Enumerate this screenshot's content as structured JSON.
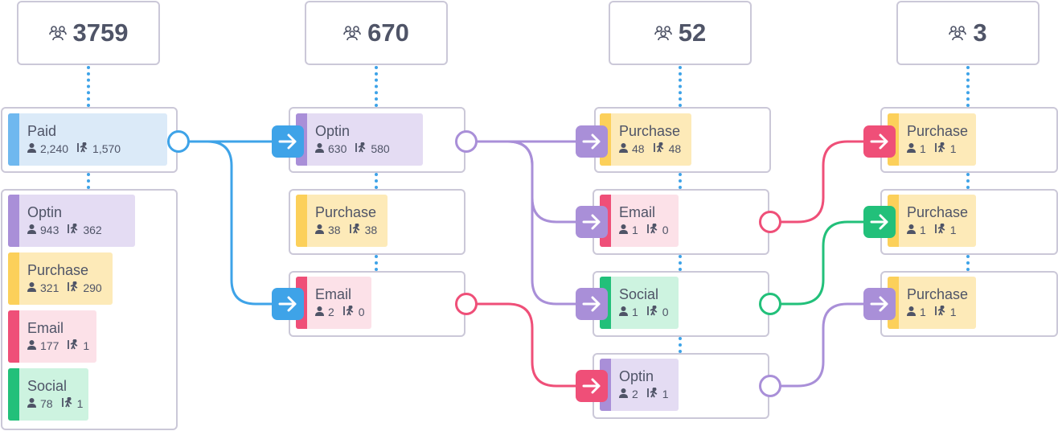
{
  "headers": [
    {
      "count": "3759"
    },
    {
      "count": "670"
    },
    {
      "count": "52"
    },
    {
      "count": "3"
    }
  ],
  "nodes": {
    "paid": {
      "label": "Paid",
      "people": "2,240",
      "conv": "1,570"
    },
    "c1_optin": {
      "label": "Optin",
      "people": "943",
      "conv": "362"
    },
    "c1_purchase": {
      "label": "Purchase",
      "people": "321",
      "conv": "290"
    },
    "c1_email": {
      "label": "Email",
      "people": "177",
      "conv": "1"
    },
    "c1_social": {
      "label": "Social",
      "people": "78",
      "conv": "1"
    },
    "c2_optin": {
      "label": "Optin",
      "people": "630",
      "conv": "580"
    },
    "c2_purchase": {
      "label": "Purchase",
      "people": "38",
      "conv": "38"
    },
    "c2_email": {
      "label": "Email",
      "people": "2",
      "conv": "0"
    },
    "c3_purchase": {
      "label": "Purchase",
      "people": "48",
      "conv": "48"
    },
    "c3_email": {
      "label": "Email",
      "people": "1",
      "conv": "0"
    },
    "c3_social": {
      "label": "Social",
      "people": "1",
      "conv": "0"
    },
    "c3_optin": {
      "label": "Optin",
      "people": "2",
      "conv": "1"
    },
    "c4_purchase1": {
      "label": "Purchase",
      "people": "1",
      "conv": "1"
    },
    "c4_purchase2": {
      "label": "Purchase",
      "people": "1",
      "conv": "1"
    },
    "c4_purchase3": {
      "label": "Purchase",
      "people": "1",
      "conv": "1"
    }
  },
  "colors": {
    "paid": "#3ea3e8",
    "optin": "#a98fd8",
    "email": "#ef4f78",
    "social": "#22c07a",
    "purchase": "#fcd05a"
  }
}
